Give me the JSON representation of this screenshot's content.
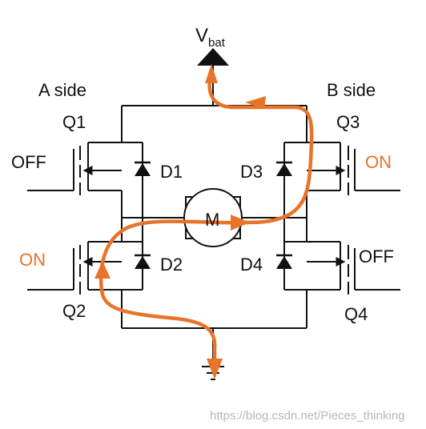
{
  "supply": {
    "symbol": "V",
    "subscript": "bat"
  },
  "sides": {
    "a": "A side",
    "b": "B side"
  },
  "transistors": [
    {
      "id": "Q1",
      "state": "OFF"
    },
    {
      "id": "Q2",
      "state": "ON"
    },
    {
      "id": "Q3",
      "state": "ON"
    },
    {
      "id": "Q4",
      "state": "OFF"
    }
  ],
  "diodes": [
    "D1",
    "D2",
    "D3",
    "D4"
  ],
  "motor": {
    "label": "M"
  },
  "watermark": "https://blog.csdn.net/Pieces_thinking",
  "colors": {
    "wire": "#111111",
    "current_path": "#e8742a",
    "on_label": "#e8742a"
  }
}
